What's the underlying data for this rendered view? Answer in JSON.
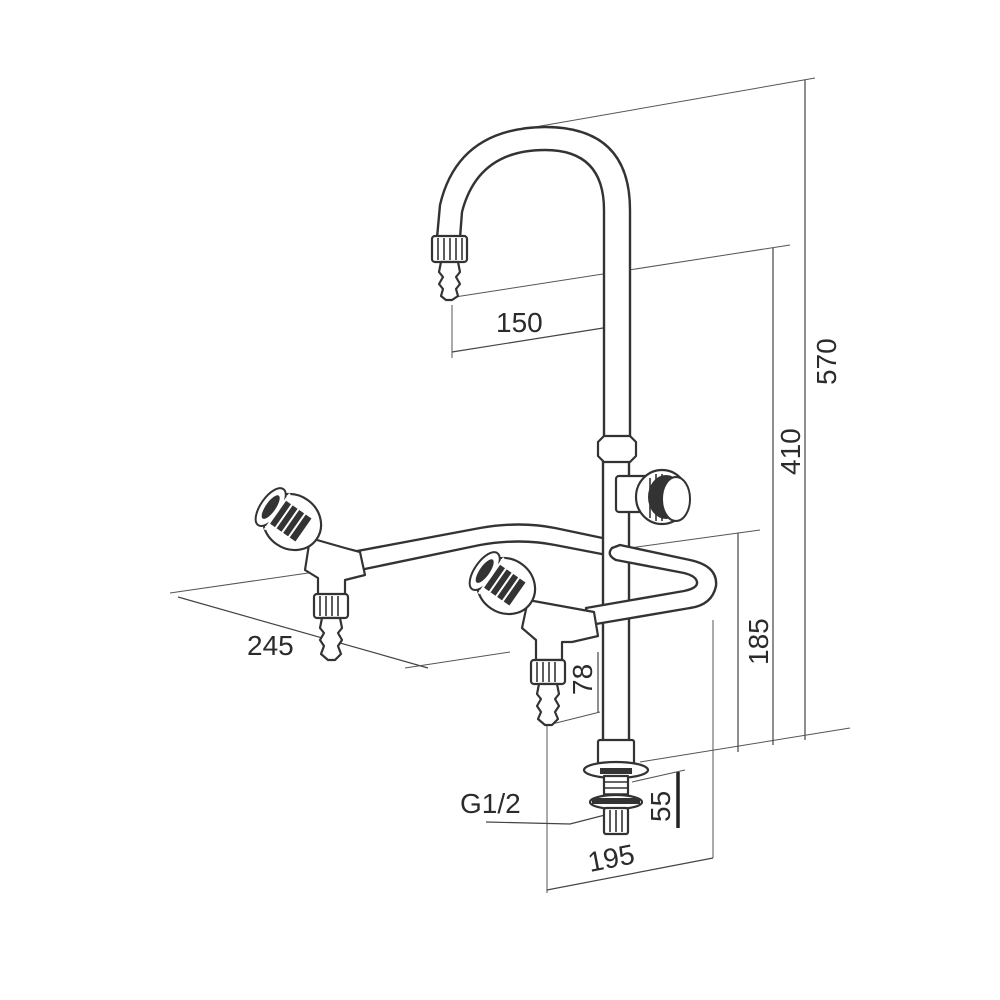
{
  "dimensions": {
    "spout_reach": "150",
    "total_height": "570",
    "spout_height": "410",
    "branch_height": "185",
    "branch_width": "245",
    "outlet_drop": "78",
    "base_depth": "195",
    "shank_length": "55",
    "thread": "G1/2"
  }
}
